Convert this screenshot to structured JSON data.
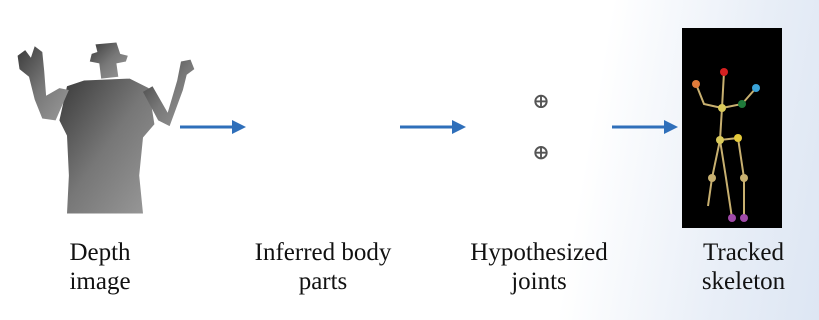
{
  "stages": [
    {
      "line1": "Depth",
      "line2": "image"
    },
    {
      "line1": "Inferred body",
      "line2": "parts"
    },
    {
      "line1": "Hypothesized",
      "line2": "joints"
    },
    {
      "line1": "Tracked",
      "line2": "skeleton"
    }
  ],
  "colors": {
    "arrow": "#2f6fba",
    "skeleton_bg": "#000000",
    "bone": "#c8b070"
  }
}
